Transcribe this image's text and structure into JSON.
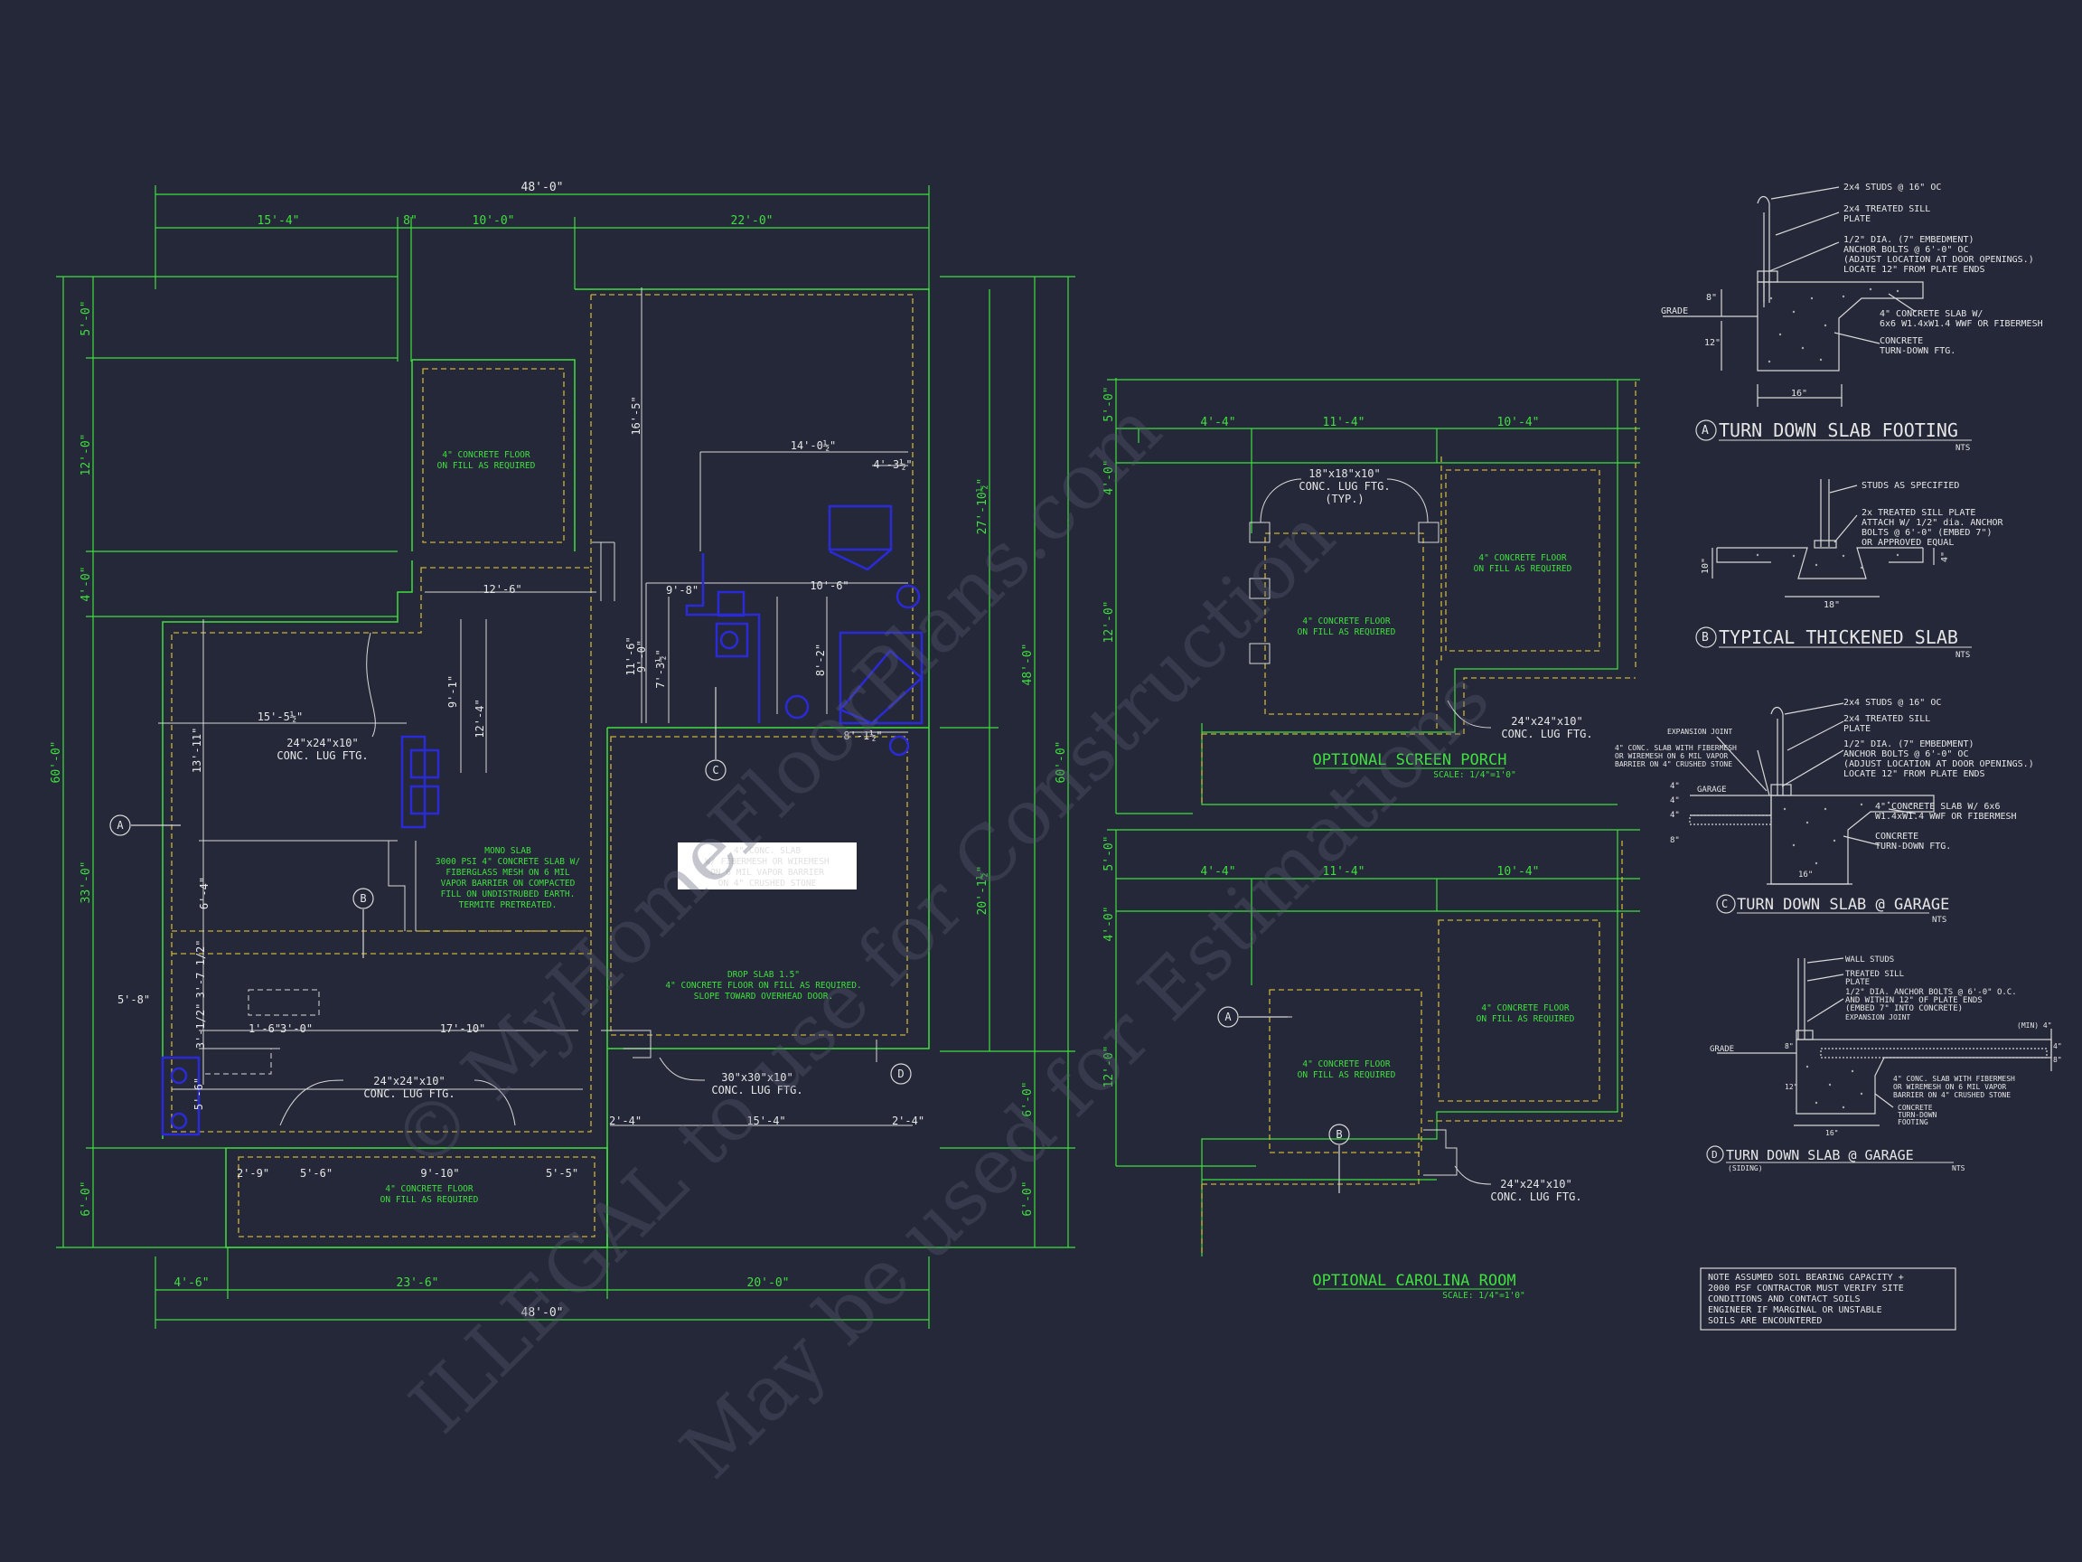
{
  "main_plan": {
    "top_dims": {
      "overall": "48'-0\"",
      "d1": "15'-4\"",
      "d2": "8\"",
      "d3": "10'-0\"",
      "d4": "22'-0\""
    },
    "bottom_dims": {
      "d1": "4'-6\"",
      "d2": "23'-6\"",
      "d3": "20'-0\"",
      "overall": "48'-0\""
    },
    "left_dims": {
      "overall": "60'-0\"",
      "d1": "5'-0\"",
      "d2": "12'-0\"",
      "d3": "4'-0\"",
      "d4": "33'-0\"",
      "d5": "6'-0\""
    },
    "right_dims": {
      "overall": "60'-0\"",
      "d1": "48'-0\"",
      "d2": "27'-10½\"",
      "d3": "20'-1½\"",
      "d4": "6'-0\"",
      "d5": "6'-0\""
    },
    "interior_dims": {
      "d_16_5": "16'-5\"",
      "d_14_0": "14'-0½\"",
      "d_4_3": "4'-3½\"",
      "d_12_6": "12'-6\"",
      "d_9_8": "9'-8\"",
      "d_10_6": "10'-6\"",
      "d_11_6": "11'-6\"",
      "d_9_0": "9'-0\"",
      "d_7_3": "7'-3½\"",
      "d_8_2": "8'-2\"",
      "d_8_1": "8'-1½\"",
      "d_15_5": "15'-5½\"",
      "d_9_1": "9'-1\"",
      "d_12_4": "12'-4\"",
      "d_13_11": "13'-11\"",
      "d_6_4": "6'-4\"",
      "d_3_7": "3'-7 1/2\"",
      "d_3_1": "3'-1/2\"",
      "d_5_8": "5'-8\"",
      "d_5_6": "5'-6\"",
      "d_1_6": "1'-6\"",
      "d_3_0": "3'-0\"",
      "d_17_10": "17'-10\"",
      "d_2_4": "2'-4\"",
      "d_15_4": "15'-4\"",
      "d_2_4b": "2'-4\"",
      "d_2_9": "2'-9\"",
      "d_5_6b": "5'-6\"",
      "d_9_10": "9'-10\"",
      "d_5_5": "5'-5\""
    },
    "notes": {
      "floor_top": [
        "4\" CONCRETE FLOOR",
        "ON FILL AS REQUIRED"
      ],
      "mono_slab": [
        "MONO SLAB",
        "3000 PSI 4\" CONCRETE SLAB W/",
        "FIBERGLASS MESH ON 6 MIL",
        "VAPOR BARRIER ON COMPACTED",
        "FILL ON UNDISTRUBED EARTH.",
        "TERMITE PRETREATED."
      ],
      "drop_slab": [
        "DROP SLAB 1.5\"",
        "4\" CONCRETE FLOOR ON FILL AS REQUIRED.",
        "SLOPE TOWARD OVERHEAD DOOR."
      ],
      "floor_bottom": [
        "4\" CONCRETE FLOOR",
        "ON FILL AS REQUIRED"
      ],
      "garage_box": [
        "4\" CONC. SLAB",
        "W/ FIBERMESH OR WIREMESH",
        "ON 6 MIL VAPOR BARRIER",
        "ON 4\" CRUSHED STONE"
      ]
    },
    "labels": {
      "lug1": [
        "24\"x24\"x10\"",
        "CONC. LUG FTG."
      ],
      "lug2": [
        "24\"x24\"x10\"",
        "CONC. LUG FTG."
      ],
      "lug3": [
        "30\"x30\"x10\"",
        "CONC. LUG FTG."
      ],
      "tag_a": "A",
      "tag_b": "B",
      "tag_c": "C",
      "tag_d": "D"
    }
  },
  "screen_porch": {
    "title": "OPTIONAL SCREEN PORCH",
    "scale": "SCALE: 1/4\"=1'0\"",
    "dims": {
      "d1": "4'-4\"",
      "d2": "11'-4\"",
      "d3": "10'-4\"",
      "v1": "5'-0\"",
      "v2": "4'-0\"",
      "v3": "12'-0\""
    },
    "lug_top": [
      "18\"x18\"x10\"",
      "CONC. LUG FTG.",
      "(TYP.)"
    ],
    "lug_bottom": [
      "24\"x24\"x10\"",
      "CONC. LUG FTG."
    ],
    "floor_right": [
      "4\" CONCRETE FLOOR",
      "ON FILL AS REQUIRED"
    ],
    "floor_left": [
      "4\" CONCRETE FLOOR",
      "ON FILL AS REQUIRED"
    ]
  },
  "carolina_room": {
    "title": "OPTIONAL CAROLINA ROOM",
    "scale": "SCALE: 1/4\"=1'0\"",
    "dims": {
      "d1": "4'-4\"",
      "d2": "11'-4\"",
      "d3": "10'-4\"",
      "v1": "5'-0\"",
      "v2": "4'-0\"",
      "v3": "12'-0\""
    },
    "lug": [
      "24\"x24\"x10\"",
      "CONC. LUG FTG."
    ],
    "floor_right": [
      "4\" CONCRETE FLOOR",
      "ON FILL AS REQUIRED"
    ],
    "floor_left": [
      "4\" CONCRETE FLOOR",
      "ON FILL AS REQUIRED"
    ],
    "tag_a": "A",
    "tag_b": "B"
  },
  "details": {
    "a": {
      "tag": "A",
      "title": "TURN DOWN SLAB FOOTING",
      "nts": "NTS",
      "notes": [
        "2x4 STUDS @ 16\" OC",
        "2x4 TREATED SILL",
        "PLATE",
        "1/2\" DIA. (7\" EMBEDMENT)",
        "ANCHOR BOLTS @ 6'-0\" OC",
        "(ADJUST LOCATION AT DOOR OPENINGS.)",
        "LOCATE 12\" FROM PLATE ENDS",
        "4\" CONCRETE SLAB W/",
        "6x6 W1.4xW1.4 WWF OR FIBERMESH",
        "CONCRETE",
        "TURN-DOWN FTG."
      ],
      "grade": "GRADE",
      "d8": "8\"",
      "d12": "12\"",
      "d16": "16\""
    },
    "b": {
      "tag": "B",
      "title": "TYPICAL THICKENED SLAB",
      "nts": "NTS",
      "notes": [
        "STUDS AS SPECIFIED",
        "2x TREATED SILL PLATE",
        "ATTACH W/ 1/2\" dia. ANCHOR",
        "BOLTS @ 6'-0\" (EMBED 7\")",
        "OR APPROVED EQUAL"
      ],
      "d10": "10\"",
      "d18": "18\"",
      "d4": "4\""
    },
    "c": {
      "tag": "C",
      "title": "TURN DOWN SLAB @ GARAGE",
      "nts": "NTS",
      "notes": [
        "2x4 STUDS @ 16\" OC",
        "2x4 TREATED SILL",
        "PLATE",
        "1/2\" DIA. (7\" EMBEDMENT)",
        "ANCHOR BOLTS @ 6'-0\" OC",
        "(ADJUST LOCATION AT DOOR OPENINGS.)",
        "LOCATE 12\" FROM PLATE ENDS",
        "4\" CONCRETE SLAB W/ 6x6",
        "W1.4xW1.4 WWF OR FIBERMESH",
        "CONCRETE",
        "TURN-DOWN FTG."
      ],
      "left_notes": [
        "EXPANSION JOINT",
        "4\" CONC. SLAB WITH FIBERMESH",
        "OR WIREMESH ON 6 MIL VAPOR",
        "BARRIER ON 4\" CRUSHED STONE"
      ],
      "garage": "GARAGE",
      "d4a": "4\"",
      "d4b": "4\"",
      "d4c": "4\"",
      "d8": "8\"",
      "d16": "16\""
    },
    "d": {
      "tag": "D",
      "title": "TURN DOWN SLAB @ GARAGE",
      "sub": "(SIDING)",
      "nts": "NTS",
      "notes": [
        "WALL STUDS",
        "TREATED SILL",
        "PLATE",
        "1/2\" DIA. ANCHOR BOLTS @ 6'-0\" O.C.",
        "AND WITHIN 12\" OF PLATE ENDS",
        "(EMBED 7\" INTO CONCRETE)",
        "EXPANSION JOINT",
        "4\" CONC. SLAB WITH FIBERMESH",
        "OR WIREMESH ON 6 MIL VAPOR",
        "BARRIER ON 4\" CRUSHED STONE",
        "CONCRETE",
        "TURN-DOWN",
        "FOOTING"
      ],
      "grade": "GRADE",
      "min4": "(MIN) 4\"",
      "d4": "4\"",
      "d8a": "8\"",
      "d8b": "8\"",
      "d12": "12\"",
      "d16": "16\""
    }
  },
  "soil_note": [
    "NOTE ASSUMED SOIL BEARING CAPACITY +",
    "2000 PSF CONTRACTOR MUST VERIFY SITE",
    "CONDITIONS AND CONTACT SOILS",
    "ENGINEER IF MARGINAL OR UNSTABLE",
    "SOILS ARE ENCOUNTERED"
  ],
  "watermark": {
    "line1": "© MyHomeFloorPlans.com",
    "line2": "ILLEGAL to use for Construction",
    "line3": "May be used for Estimations"
  },
  "colors": {
    "background": "#252838",
    "green": "#3ee03e",
    "white": "#e6e6e6",
    "yellow": "#c9b23a",
    "blue": "#2a2ad8"
  }
}
